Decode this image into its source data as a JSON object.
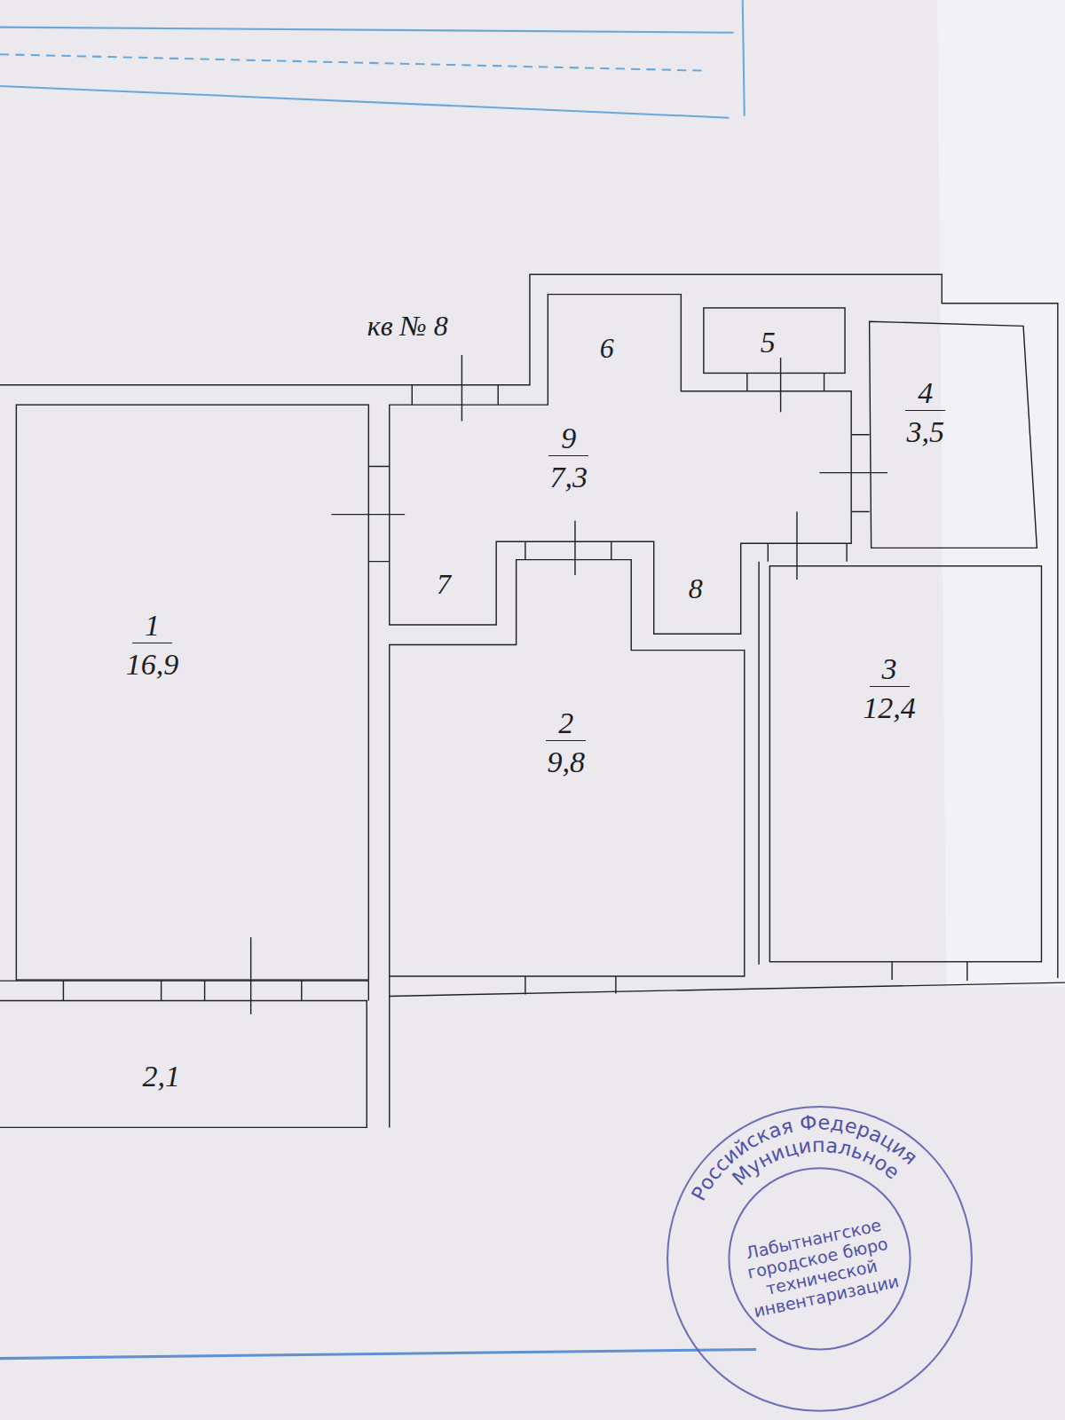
{
  "diagram": {
    "nodes": [
      {
        "text": [
          "5"
        ]
      },
      {
        "text": [
          "4",
          "3,5"
        ]
      },
      {
        "text": [
          "9",
          "7,3"
        ]
      },
      {
        "text": [
          "1",
          "16,9"
        ]
      },
      {
        "text": [
          "2",
          "9,8"
        ]
      },
      {
        "text": [
          "3",
          "12,4"
        ]
      },
      {
        "text": [
          "2,1"
        ]
      }
    ],
    "labels": [
      "кв № 8",
      "6",
      "7",
      "8",
      "Российская Федерация",
      "Муниципальное",
      "Лабытнангское городское бюро технической инвентаризации"
    ]
  }
}
